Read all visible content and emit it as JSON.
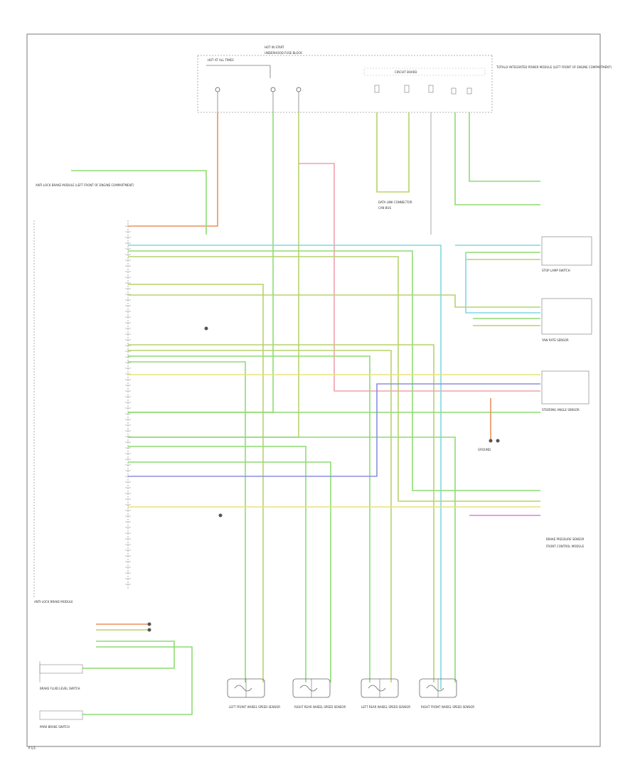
{
  "footer": {
    "code": "P 1/1"
  },
  "texts": {
    "hot_at_all_times": "HOT AT ALL TIMES",
    "hot_in_start": "HOT IN START",
    "fuse_block": "UNDERHOOD FUSE BLOCK",
    "circuit_board": "CIRCUIT BOARD",
    "ipm_label": "TOTALLY INTEGRATED POWER MODULE (LEFT FRONT OF ENGINE COMPARTMENT)",
    "abs_module": "ANTI-LOCK BRAKE MODULE (LEFT FRONT OF ENGINE COMPARTMENT)",
    "abs_module_bottom": "ANTI-LOCK BRAKE MODULE",
    "park_brake_switch": "PARK BRAKE SWITCH",
    "stop_lamp_switch": "STOP LAMP SWITCH",
    "brake_fluid_level": "BRAKE FLUID LEVEL SWITCH",
    "steering_angle_sensor": "STEERING ANGLE SENSOR",
    "yaw_sensor": "YAW RATE SENSOR",
    "brake_pressure": "BRAKE PRESSURE SENSOR",
    "front_control": "FRONT CONTROL MODULE",
    "lf_wss": "LEFT FRONT WHEEL SPEED SENSOR",
    "rr_wss": "RIGHT REAR WHEEL SPEED SENSOR",
    "lr_wss": "LEFT REAR WHEEL SPEED SENSOR",
    "rf_wss": "RIGHT FRONT WHEEL SPEED SENSOR",
    "can_bus": "CAN BUS",
    "ground": "GROUND",
    "data_link": "DATA LINK CONNECTOR"
  },
  "colors": {
    "outline": "#7a7a7a",
    "text": "#333333",
    "wire_green": "#8edc72",
    "wire_red": "#e8925c",
    "wire_lime": "#b7d36a",
    "wire_cyan": "#7fd8e0",
    "wire_pink": "#f0a2ac",
    "wire_blue": "#8a8fe0",
    "wire_yellow": "#e9e37a",
    "wire_magenta": "#e07be6",
    "wire_gray": "#aaaaaa"
  },
  "icons": {
    "sensor": "wheel-speed-sensor-icon",
    "ground": "ground-icon",
    "connector": "connector-dot-icon"
  }
}
